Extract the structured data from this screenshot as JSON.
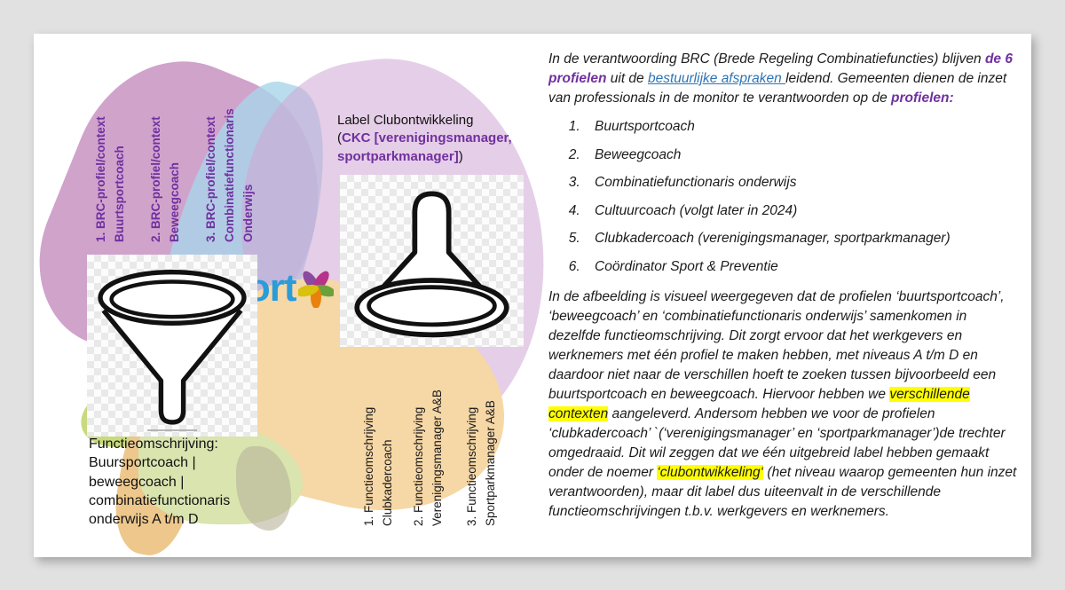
{
  "diagram": {
    "left_labels": [
      {
        "text": "1. BRC-profiel/context\nBuurtsportcoach"
      },
      {
        "text": "2. BRC-profiel/context\nBeweegcoach"
      },
      {
        "text": "3. BRC-profiel/context\nCombinatiefunctionaris\nOnderwijs"
      }
    ],
    "right_labels": [
      {
        "text": "1. Functieomschrijving\nClubkadercoach"
      },
      {
        "text": "2. Functieomschrijving\nVerenigingsmanager A&B"
      },
      {
        "text": "3. Functieomschrijving\nSportparkmanager A&B"
      }
    ],
    "left_caption": "Functieomschrijving:\nBuursportcoach |\nbeweegcoach |\ncombinatiefunctionaris\nonderwijs A t/m D",
    "right_caption_runs": [
      {
        "t": "Label  Clubontwikkeling\n("
      },
      {
        "t": "CKC [verenigingsmanager, sportparkmanager]",
        "c": "purple-bold"
      },
      {
        "t": ")"
      }
    ],
    "logo_text": "port",
    "colors": {
      "pink": "#c68fc0",
      "blue": "#a9d5ea",
      "lavender": "#d0a6d4",
      "chartreuse": "#c9da7d",
      "peach": "#f6d7a6",
      "caption_green": "#d9e4af",
      "caption_orange": "#edc78c",
      "purple_text": "#7030a0",
      "logo_blue": "#2b9cd8"
    }
  },
  "article": {
    "para1_runs": [
      {
        "t": "In de verantwoording BRC (Brede Regeling Combinatiefuncties) blijven "
      },
      {
        "t": "de 6 profielen",
        "c": "purple-bold"
      },
      {
        "t": " uit de "
      },
      {
        "t": "bestuurlijke afspraken ",
        "c": "link",
        "n": "bestuurlijke-afspraken-link",
        "i": true
      },
      {
        "t": "leidend. Gemeenten dienen de inzet van professionals in de monitor te verantwoorden op de "
      },
      {
        "t": "profielen:",
        "c": "purple-bold"
      }
    ],
    "list": [
      "Buurtsportcoach",
      "Beweegcoach",
      "Combinatiefunctionaris onderwijs",
      "Cultuurcoach (volgt later in 2024)",
      "Clubkadercoach (verenigingsmanager, sportparkmanager)",
      "Coördinator Sport & Preventie"
    ],
    "para2_runs": [
      {
        "t": "In de afbeelding is visueel weergegeven dat de profielen ‘buurtsportcoach’, ‘beweegcoach’ en ‘combinatiefunctionaris onderwijs’ samenkomen in dezelfde functieomschrijving. Dit zorgt ervoor dat het werkgevers en werknemers met één profiel te maken hebben, met niveaus A t/m D en daardoor niet naar de verschillen hoeft te zoeken tussen bijvoorbeeld een buurtsportcoach en beweegcoach. Hiervoor hebben we "
      },
      {
        "t": "verschillende contexten",
        "c": "highlight"
      },
      {
        "t": " aangeleverd. Andersom hebben we voor de profielen ‘clubkadercoach’ `(‘verenigingsmanager’ en ‘sportparkmanager’)de trechter omgedraaid. Dit wil zeggen dat we één uitgebreid label hebben gemaakt onder de noemer "
      },
      {
        "t": "‘clubontwikkeling‘",
        "c": "highlight"
      },
      {
        "t": " (het niveau waarop gemeenten hun inzet verantwoorden), maar dit label dus uiteenvalt in de verschillende functieomschrijvingen t.b.v. werkgevers en werknemers."
      }
    ]
  }
}
